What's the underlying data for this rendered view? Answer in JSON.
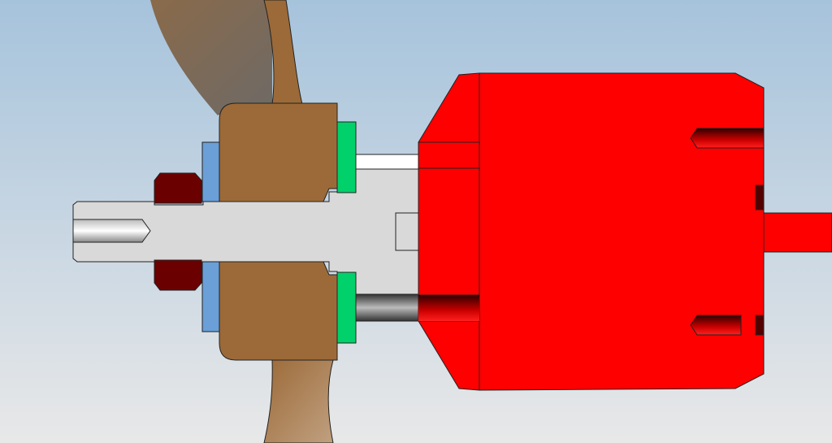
{
  "scene": {
    "colors": {
      "background_top": "#a6c3dc",
      "background_bottom": "#e8e8e8",
      "propeller": "#9c6a38",
      "propeller_shaded": "#7a6a5a",
      "shaft": "#d9d9d9",
      "washer": "#6a9fd8",
      "nut": "#6b0000",
      "spacer": "#00d16a",
      "motor": "#ff0000"
    },
    "parts": [
      "propeller",
      "hub",
      "shaft",
      "washer",
      "nut",
      "spacer",
      "motor"
    ]
  }
}
